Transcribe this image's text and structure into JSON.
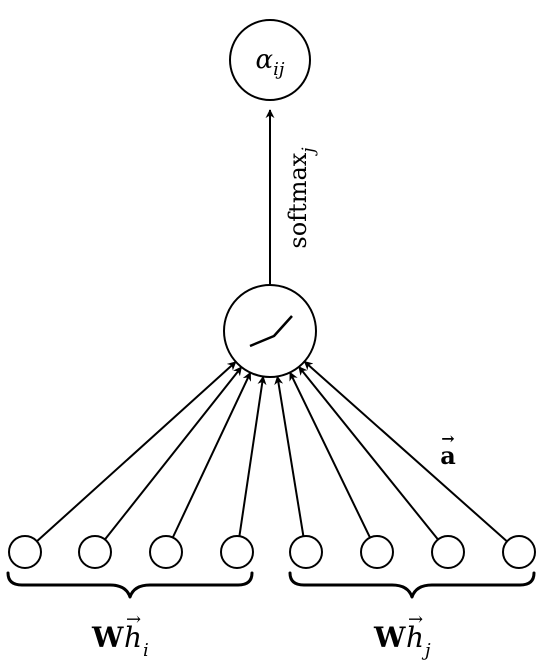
{
  "output_node": {
    "label_base": "α",
    "label_subscript": "ij"
  },
  "softmax_label": {
    "base": "softmax",
    "subscript": "j"
  },
  "attention_vector_label": "a",
  "attention_vector_arrow": "→",
  "group_left": {
    "bold": "W",
    "base": "h",
    "arrow": "→",
    "subscript": "i"
  },
  "group_right": {
    "bold": "W",
    "base": "h",
    "arrow": "→",
    "subscript": "j"
  }
}
